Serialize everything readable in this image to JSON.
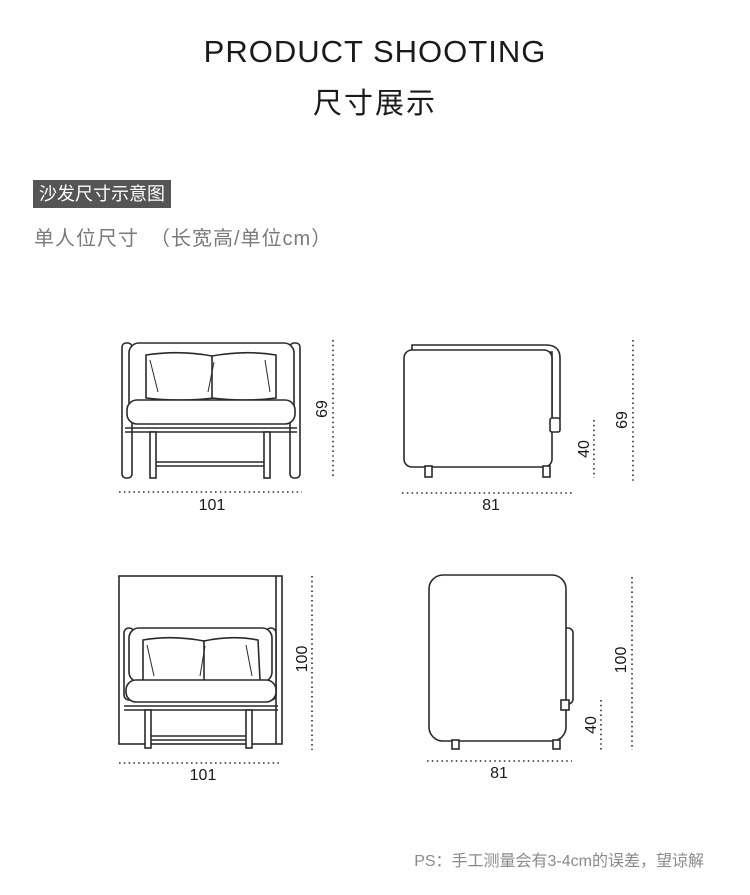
{
  "header": {
    "title_en": "PRODUCT SHOOTING",
    "title_zh": "尺寸展示"
  },
  "section": {
    "tag": "沙发尺寸示意图",
    "subtitle": "单人位尺寸　（长宽高/单位cm）"
  },
  "views": {
    "front_standard": {
      "width": "101",
      "height": "69"
    },
    "side_standard": {
      "depth": "81",
      "height": "69",
      "seat_height": "40"
    },
    "front_high": {
      "width": "101",
      "height": "100"
    },
    "side_high": {
      "depth": "81",
      "height": "100",
      "seat_height": "40"
    }
  },
  "footer": {
    "note": "PS：手工测量会有3-4cm的误差，望谅解"
  }
}
